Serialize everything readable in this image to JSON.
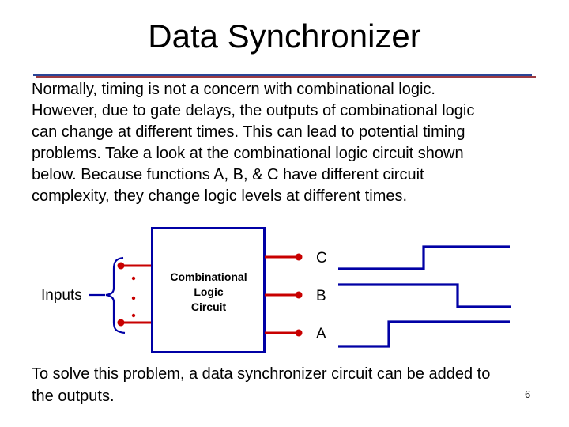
{
  "slide": {
    "title": "Data Synchronizer",
    "body": "Normally, timing is not a concern with combinational logic.\nHowever, due to gate delays, the outputs of combinational logic\ncan change at different times. This can lead to potential timing\nproblems. Take a look at the combinational logic circuit shown\nbelow. Because functions A, B, & C have different circuit\ncomplexity, they change logic levels at different times.",
    "footer": "To solve this problem, a data synchronizer circuit can be added to\nthe outputs.",
    "page_number": "6"
  },
  "diagram": {
    "inputs_label": "Inputs",
    "box_label": "Combinational\nLogic\nCircuit",
    "outputs": [
      {
        "label": "C"
      },
      {
        "label": "B"
      },
      {
        "label": "A"
      }
    ],
    "waveforms": [
      {
        "signal": "C",
        "starts": "low",
        "transition": "rises late"
      },
      {
        "signal": "B",
        "starts": "high",
        "transition": "falls latest"
      },
      {
        "signal": "A",
        "starts": "low",
        "transition": "rises early"
      }
    ],
    "colors": {
      "wire_red": "#C80000",
      "logic_blue": "#0000A5",
      "divider_blue": "#2B4596",
      "divider_red": "#9C3A42"
    }
  }
}
